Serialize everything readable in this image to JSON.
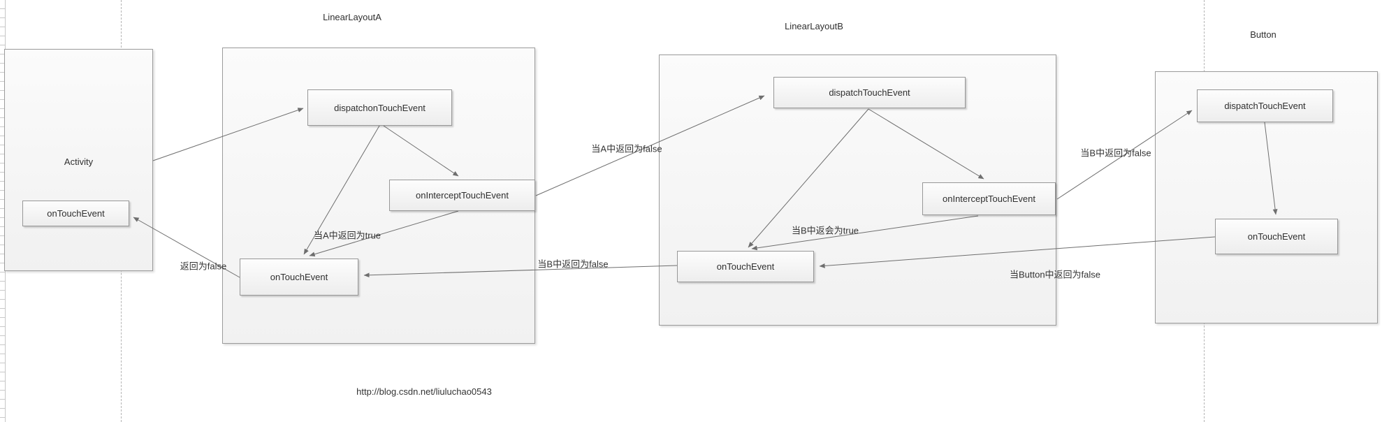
{
  "diagram": {
    "footer_link": "http://blog.csdn.net/liuluchao0543",
    "groups": [
      {
        "title": "Activity",
        "nodes": [
          {
            "label": "onTouchEvent"
          }
        ]
      },
      {
        "title": "LinearLayoutA",
        "nodes": [
          {
            "label": "dispatchonTouchEvent"
          },
          {
            "label": "onInterceptTouchEvent"
          },
          {
            "label": "onTouchEvent"
          }
        ]
      },
      {
        "title": "LinearLayoutB",
        "nodes": [
          {
            "label": "dispatchTouchEvent"
          },
          {
            "label": "onInterceptTouchEvent"
          },
          {
            "label": "onTouchEvent"
          }
        ]
      },
      {
        "title": "Button",
        "nodes": [
          {
            "label": "dispatchTouchEvent"
          },
          {
            "label": "onTouchEvent"
          }
        ]
      }
    ],
    "edge_labels": [
      {
        "text": "返回为false"
      },
      {
        "text": "当A中返回为true"
      },
      {
        "text": "当A中返回为false"
      },
      {
        "text": "当B中返回为false"
      },
      {
        "text": "当B中返会为true"
      },
      {
        "text": "当B中返回为false"
      },
      {
        "text": "当Button中返回为false"
      }
    ],
    "colors": {
      "edge": "#6e6e6e",
      "node_border": "#979797",
      "group_fill": "#f1f1f1",
      "text": "#2f2f2f"
    }
  }
}
